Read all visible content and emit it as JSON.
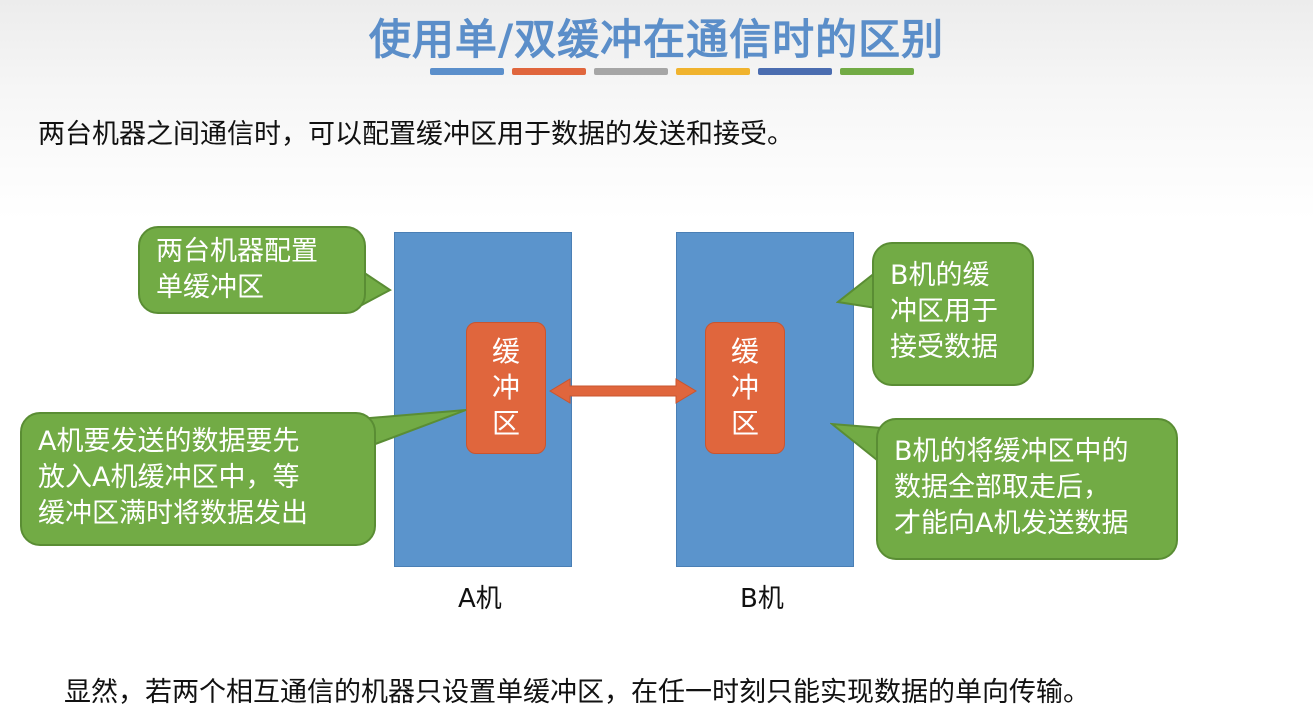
{
  "title": "使用单/双缓冲在通信时的区别",
  "title_bar_colors": [
    "#5b8fcb",
    "#e0663d",
    "#a6a6a6",
    "#f0b32e",
    "#4b6db0",
    "#72ab45"
  ],
  "intro": "两台机器之间通信时，可以配置缓冲区用于数据的发送和接受。",
  "machine_a": {
    "label": "A机",
    "buffer_chars": [
      "缓",
      "冲",
      "区"
    ]
  },
  "machine_b": {
    "label": "B机",
    "buffer_chars": [
      "缓",
      "冲",
      "区"
    ]
  },
  "callouts": {
    "config": [
      "两台机器配置",
      "单缓冲区"
    ],
    "a_send": [
      "A机要发送的数据要先",
      "放入A机缓冲区中，等",
      "缓冲区满时将数据发出"
    ],
    "b_receive": [
      "B机的缓",
      "冲区用于",
      "接受数据"
    ],
    "b_send": [
      "B机的将缓冲区中的",
      "数据全部取走后，",
      "才能向A机发送数据"
    ]
  },
  "conclusion": "显然，若两个相互通信的机器只设置单缓冲区，在任一时刻只能实现数据的单向传输。",
  "colors": {
    "title": "#5b8ec9",
    "machine": "#5b94cc",
    "buffer": "#e0663d",
    "callout": "#72ab45"
  }
}
